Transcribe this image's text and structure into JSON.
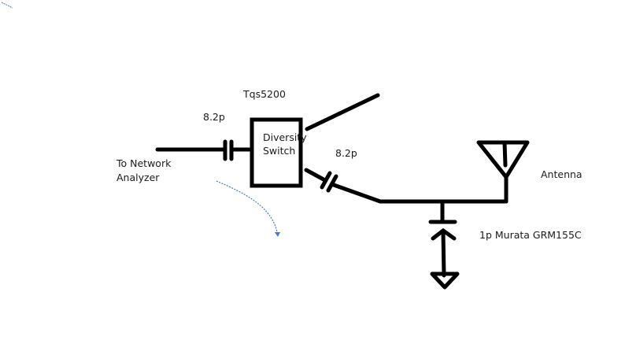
{
  "diagram": {
    "type": "rf-circuit-sketch",
    "labels": {
      "chip": "Tqs5200",
      "switch_line1": "Diversity",
      "switch_line2": "Switch",
      "cap_input": "8.2p",
      "cap_output": "8.2p",
      "source_line1": "To Network",
      "source_line2": "Analyzer",
      "antenna": "Antenna",
      "shunt_cap": "1p Murata GRM155C"
    },
    "components": [
      {
        "id": "network-analyzer-port",
        "kind": "port"
      },
      {
        "id": "series-cap-input",
        "kind": "capacitor",
        "value": "8.2p"
      },
      {
        "id": "diversity-switch",
        "kind": "switch",
        "part": "Tqs5200"
      },
      {
        "id": "series-cap-output",
        "kind": "capacitor",
        "value": "8.2p"
      },
      {
        "id": "shunt-cap",
        "kind": "capacitor",
        "value": "1p",
        "part": "Murata GRM155C"
      },
      {
        "id": "ground",
        "kind": "ground"
      },
      {
        "id": "antenna",
        "kind": "antenna"
      }
    ],
    "colors": {
      "wire": "#000000",
      "annotation_arrow": "#4a7ab8",
      "text": "#1a1a1a"
    }
  }
}
